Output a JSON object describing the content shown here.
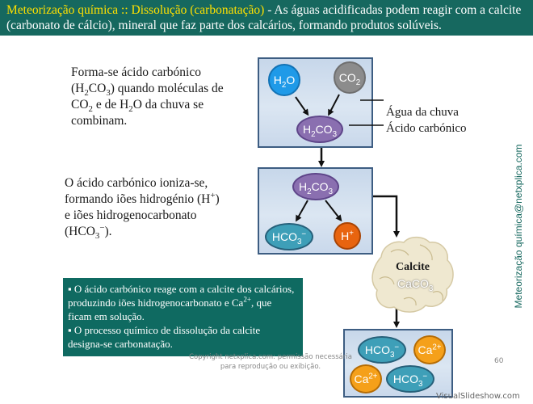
{
  "header": {
    "highlight": "Meteorização química :: Dissolução (carbonatação)",
    "rest": " - As águas acidificadas podem reagir com a calcite (carbonato de cálcio), mineral que faz parte dos calcários, formando produtos solúveis."
  },
  "side_text": "Meteorização química@netxplica.com",
  "para1": {
    "line1": "Forma-se ácido carbónico",
    "line2_pre": "(H",
    "line2_s1": "2",
    "line2_mid": "CO",
    "line2_s2": "3",
    "line2_post": ") quando moléculas de",
    "line3_pre": "CO",
    "line3_s1": "2",
    "line3_mid": " e de H",
    "line3_s2": "2",
    "line3_post": "O da chuva se",
    "line4": "combinam."
  },
  "para2": {
    "line1": "O ácido carbónico ioniza-se,",
    "line2_pre": "formando iões hidrogénio (H",
    "line2_sup": "+",
    "line2_post": ")",
    "line3": "e iões hidrogenocarbonato",
    "line4_pre": "(HCO",
    "line4_sub": "3",
    "line4_sup": "−",
    "line4_post": ")."
  },
  "labels": {
    "agua": "Água da chuva",
    "acido": "Ácido carbónico",
    "calcite": "Calcite",
    "caco3_pre": "CaCO",
    "caco3_sub": "3"
  },
  "molecules": {
    "h2o": {
      "pre": "H",
      "sub": "2",
      "post": "O"
    },
    "co2": {
      "pre": "CO",
      "sub": "2"
    },
    "h2co3": {
      "pre": "H",
      "sub1": "2",
      "mid": "CO",
      "sub2": "3"
    },
    "hco3": {
      "pre": "HCO",
      "sub": "3",
      "sup": "−"
    },
    "hplus": {
      "pre": "H",
      "sup": "+"
    },
    "ca": {
      "pre": "Ca",
      "sup": "2+"
    }
  },
  "greenbox": {
    "b1_pre": "▪ O ácido carbónico reage com a calcite dos calcários, produzindo iões hidrogenocarbonato e Ca",
    "b1_sup": "2+",
    "b1_post": ", que ficam em solução.",
    "b2": "▪ O processo químico de dissolução da calcite designa-se carbonatação."
  },
  "copyright": "Copyright netxplica.com: permissão necessária para reprodução ou exibição.",
  "page_number": "60",
  "watermark": "VisualSlideshow.com",
  "colors": {
    "header_bg": "#16685f",
    "highlight": "#ffe000",
    "water_blue": "#1f9ae8",
    "co2_gray": "#8c8c8c",
    "acid_purple": "#8a6fb0",
    "hco3_teal": "#3e9fb8",
    "hplus_orange": "#e8640f",
    "ca_orange": "#f5a01a"
  }
}
